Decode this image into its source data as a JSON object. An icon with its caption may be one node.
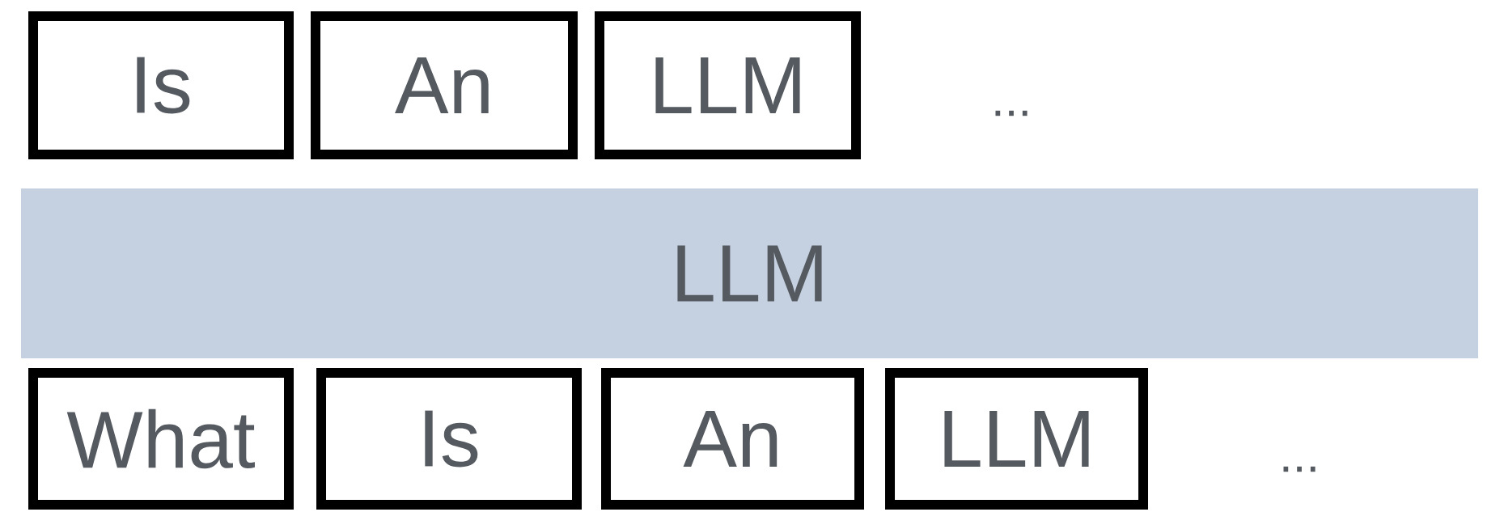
{
  "diagram": {
    "nodes": [
      {
        "text": [
          "Is"
        ]
      },
      {
        "text": [
          "An"
        ]
      },
      {
        "text": [
          "LLM"
        ]
      },
      {
        "text": [
          "LLM"
        ]
      },
      {
        "text": [
          "What"
        ]
      },
      {
        "text": [
          "Is"
        ]
      },
      {
        "text": [
          "An"
        ]
      },
      {
        "text": [
          "LLM"
        ]
      }
    ],
    "labels": [
      "...",
      "..."
    ]
  }
}
